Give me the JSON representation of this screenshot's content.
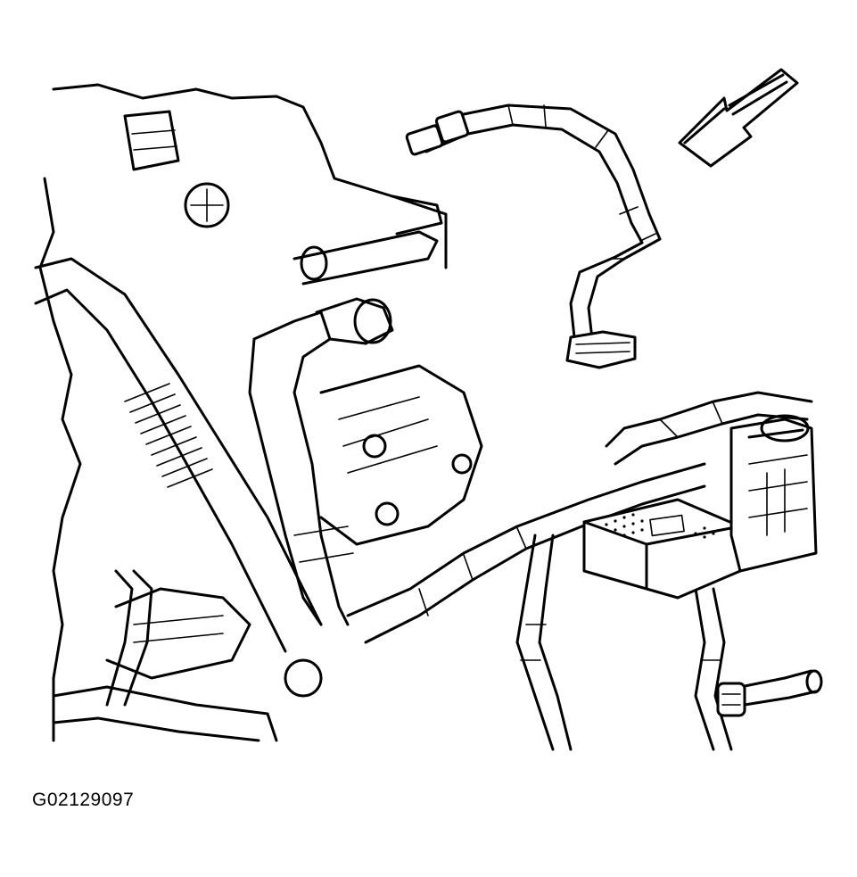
{
  "figure_code": "G02129097",
  "colors": {
    "line": "#000000",
    "background": "#ffffff"
  },
  "components": [
    "vacuum-hose",
    "direction-arrow",
    "engine-assembly",
    "wiring-harness",
    "control-module",
    "relay-block",
    "hose-connector",
    "lower-pipe"
  ]
}
